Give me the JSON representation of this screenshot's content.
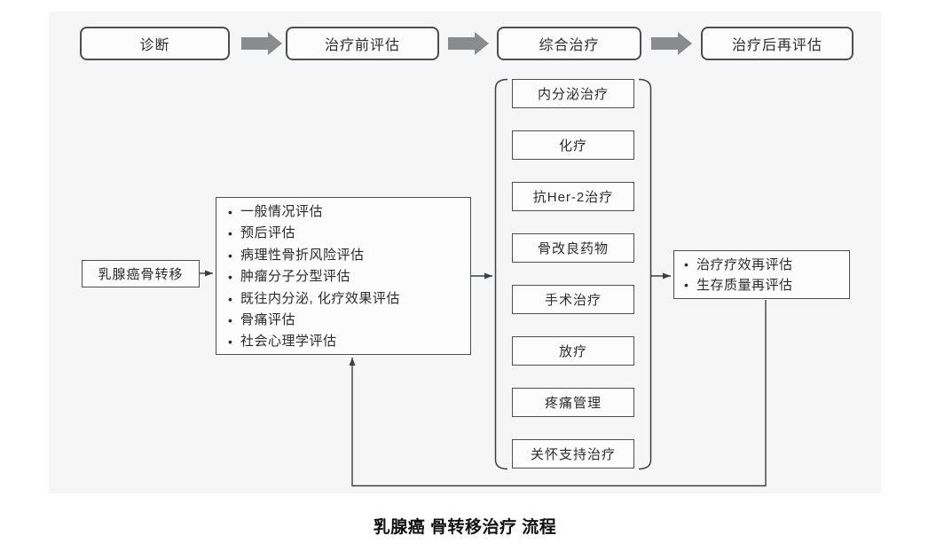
{
  "top_flow": {
    "steps": [
      "诊断",
      "治疗前评估",
      "综合治疗",
      "治疗后再评估"
    ]
  },
  "source_box": {
    "label": "乳腺癌骨转移"
  },
  "assessment_box": {
    "items": [
      "一般情况评估",
      "预后评估",
      "病理性骨折风险评估",
      "肿瘤分子分型评估",
      "既往内分泌, 化疗效果评估",
      "骨痛评估",
      "社会心理学评估"
    ]
  },
  "treatments": {
    "items": [
      "内分泌治疗",
      "化疗",
      "抗Her-2治疗",
      "骨改良药物",
      "手术治疗",
      "放疗",
      "疼痛管理",
      "关怀支持治疗"
    ]
  },
  "reassessment_box": {
    "items": [
      "治疗疗效再评估",
      "生存质量再评估"
    ]
  },
  "caption": "乳腺癌 骨转移治疗 流程",
  "icons": {
    "flow_arrow": "block-right-arrow",
    "connector_arrowhead": "small-triangle"
  },
  "colors": {
    "panel_bg": "#f6f6f7",
    "box_bg": "#fcfcfd",
    "box_border": "#4c4e52",
    "connector": "#3d3f42",
    "flow_arrow_fill": "#8a8b8d",
    "text": "#2b2b2b",
    "caption_text": "#111111"
  }
}
